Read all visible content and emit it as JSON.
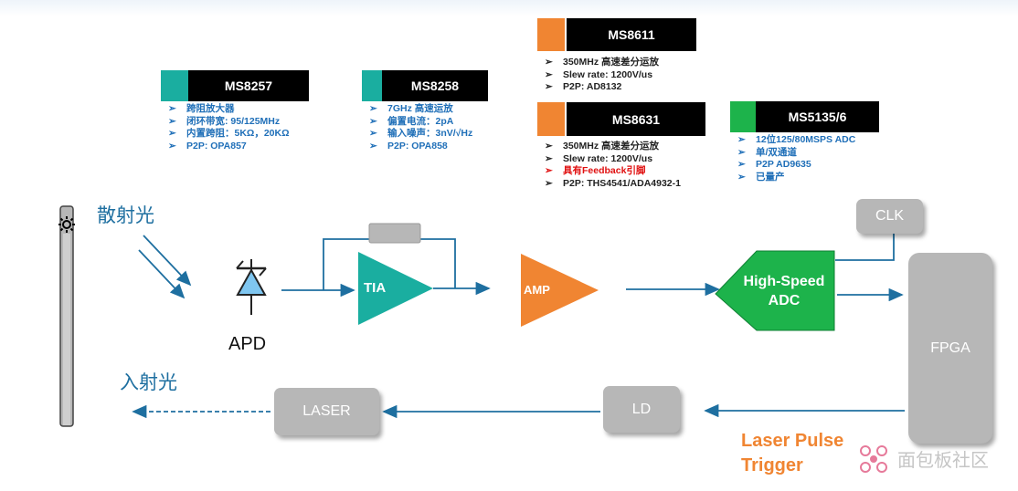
{
  "chips": {
    "ms8257": {
      "name": "MS8257",
      "swatch": "#1aaea0",
      "lines": [
        "跨阻放大器",
        "闭环带宽: 95/125MHz",
        "内置跨阻：5KΩ，20KΩ",
        "P2P: OPA857"
      ]
    },
    "ms8258": {
      "name": "MS8258",
      "swatch": "#1aaea0",
      "lines": [
        "7GHz 高速运放",
        "偏置电流：2pA",
        "输入噪声：3nV/√Hz",
        "P2P: OPA858"
      ]
    },
    "ms8611": {
      "name": "MS8611",
      "swatch": "#f08532",
      "lines": [
        "350MHz 高速差分运放",
        "Slew rate: 1200V/us",
        "P2P: AD8132"
      ]
    },
    "ms8631": {
      "name": "MS8631",
      "swatch": "#f08532",
      "lines": [
        "350MHz 高速差分运放",
        "Slew rate: 1200V/us",
        "具有Feedback引脚",
        "P2P: THS4541/ADA4932-1"
      ]
    },
    "ms5135": {
      "name": "MS5135/6",
      "swatch": "#1db34b",
      "lines": [
        "12位125/80MSPS ADC",
        "单/双通道",
        "P2P AD9635",
        "已量产"
      ]
    }
  },
  "bullet_marker": "➢",
  "labels": {
    "scattered_light": "散射光",
    "incident_light": "入射光",
    "apd": "APD",
    "tia": "TIA",
    "amp": "AMP",
    "adc_line1": "High-Speed",
    "adc_line2": "ADC",
    "clk": "CLK",
    "fpga": "FPGA",
    "laser": "LASER",
    "ld": "LD",
    "trigger_line1": "Laser Pulse",
    "trigger_line2": "Trigger"
  },
  "watermark": "面包板社区",
  "colors": {
    "teal": "#1aaea0",
    "orange": "#f08532",
    "green": "#1db34b",
    "flow_blue": "#1e6fa0",
    "gray_block": "#b7b7b7"
  }
}
